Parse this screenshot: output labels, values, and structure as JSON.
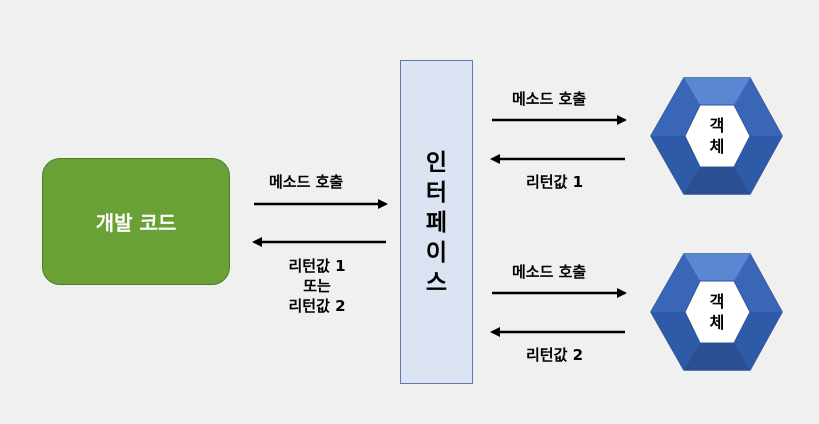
{
  "dev_code": {
    "label": "개발 코드"
  },
  "interface": {
    "chars": [
      "인",
      "터",
      "페",
      "이",
      "스"
    ]
  },
  "left_arrows": {
    "call_label": "메소드 호출",
    "return_lines": [
      "리턴값 1",
      "또는",
      "리턴값 2"
    ]
  },
  "objects": [
    {
      "chars": [
        "객",
        "체"
      ],
      "call_label": "메소드 호출",
      "return_label": "리턴값 1"
    },
    {
      "chars": [
        "객",
        "체"
      ],
      "call_label": "메소드 호출",
      "return_label": "리턴값 2"
    }
  ],
  "colors": {
    "background": "#f0f0f0",
    "dev_code_fill": "#6aa136",
    "interface_fill": "#dce3f2",
    "interface_border": "#5f7ba6",
    "hex_outer": "#4472c4",
    "hex_dark": "#2f5597",
    "hex_inner": "#ffffff"
  },
  "icons": {
    "arrow": "arrow-icon",
    "object_shape": "hexagon-icon"
  }
}
